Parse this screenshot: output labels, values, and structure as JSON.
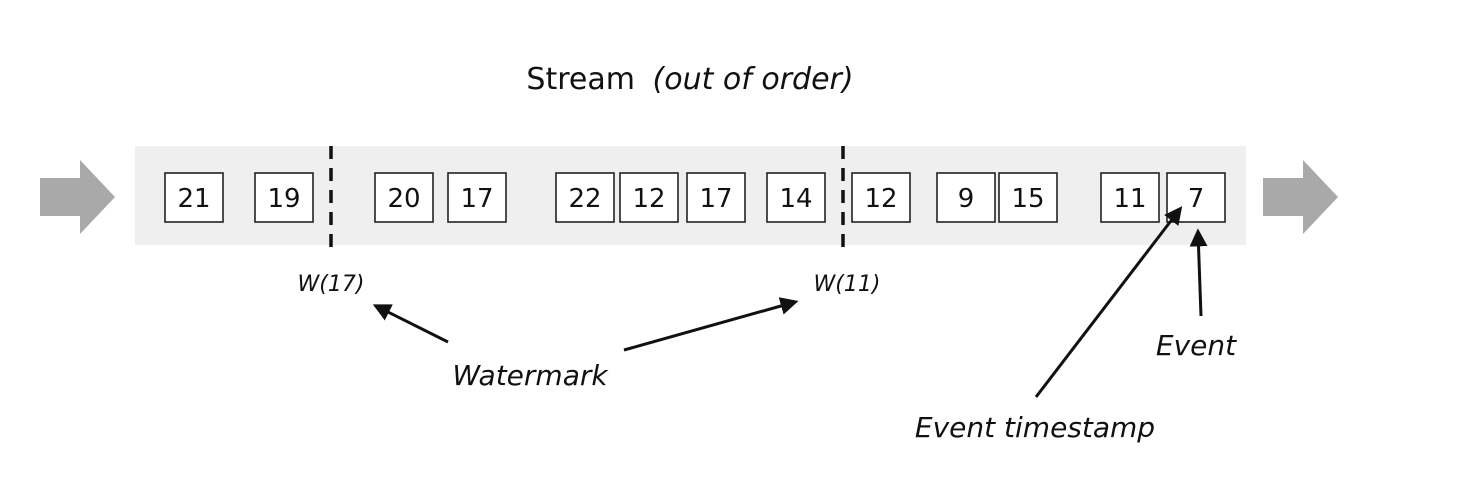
{
  "title": {
    "main": "Stream",
    "qualifier": "(out of order)"
  },
  "colors": {
    "stream_band": "#efefef",
    "flow_arrow": "#a9a9a9",
    "ink": "#111111"
  },
  "events": [
    "21",
    "19",
    "20",
    "17",
    "22",
    "12",
    "17",
    "14",
    "12",
    "9",
    "15",
    "11",
    "7"
  ],
  "watermarks": [
    "W(17)",
    "W(11)"
  ],
  "labels": {
    "watermark": "Watermark",
    "event": "Event",
    "event_timestamp": "Event timestamp"
  },
  "icons": {
    "inflow": "right-arrow-icon",
    "outflow": "right-arrow-icon"
  }
}
